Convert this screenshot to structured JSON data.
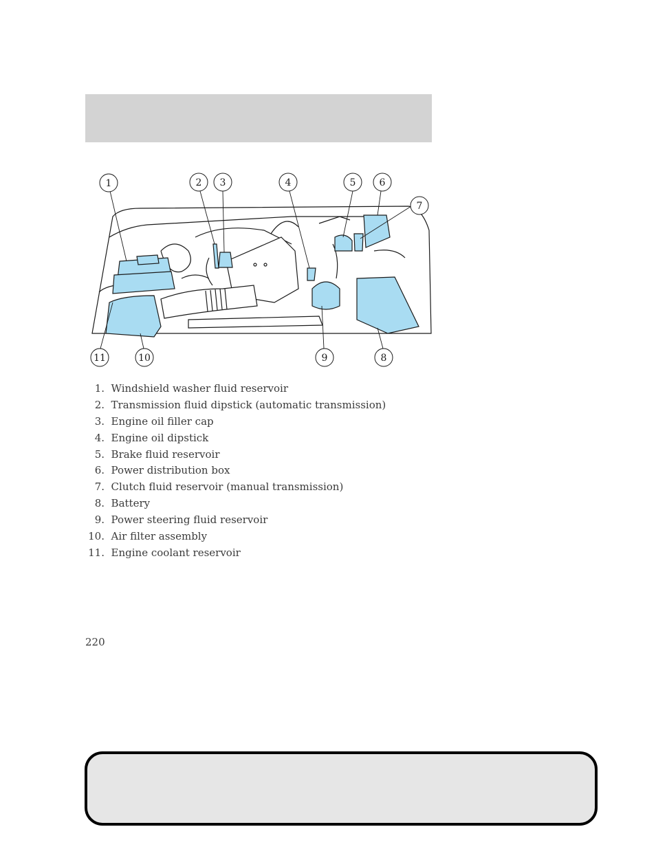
{
  "diagram": {
    "callouts": [
      "1",
      "2",
      "3",
      "4",
      "5",
      "6",
      "7",
      "8",
      "9",
      "10",
      "11"
    ],
    "highlight_color": "#a9dcf2",
    "line_color": "#1a1a1a"
  },
  "legend": [
    {
      "num": "1.",
      "text": "Windshield washer fluid reservoir"
    },
    {
      "num": "2.",
      "text": "Transmission fluid dipstick (automatic transmission)"
    },
    {
      "num": "3.",
      "text": "Engine oil filler cap"
    },
    {
      "num": "4.",
      "text": "Engine oil dipstick"
    },
    {
      "num": "5.",
      "text": "Brake fluid reservoir"
    },
    {
      "num": "6.",
      "text": "Power distribution box"
    },
    {
      "num": "7.",
      "text": "Clutch fluid reservoir (manual transmission)"
    },
    {
      "num": "8.",
      "text": "Battery"
    },
    {
      "num": "9.",
      "text": "Power steering fluid reservoir"
    },
    {
      "num": "10.",
      "text": "Air filter assembly"
    },
    {
      "num": "11.",
      "text": "Engine coolant reservoir"
    }
  ],
  "page_number": "220"
}
